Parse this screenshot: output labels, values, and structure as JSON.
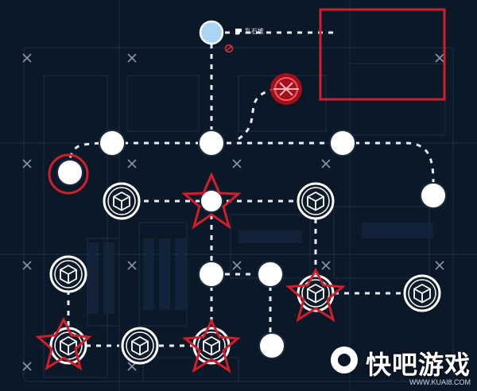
{
  "start_label": "乱石堆",
  "watermark": {
    "text": "快吧游戏",
    "url": "WWW.KUAI8.COM"
  },
  "colors": {
    "highlight": "#d11f2a",
    "node": "#ffffff",
    "start_node": "#a9d4f5",
    "path": "#e8eef5"
  },
  "nodes": [
    {
      "id": "start",
      "kind": "start"
    },
    {
      "id": "enemy-boss",
      "kind": "enemy"
    },
    {
      "id": "r1a",
      "kind": "empty"
    },
    {
      "id": "r1b",
      "kind": "empty"
    },
    {
      "id": "r1c",
      "kind": "empty"
    },
    {
      "id": "r1d",
      "kind": "empty"
    },
    {
      "id": "left-circled",
      "kind": "empty",
      "circled": true
    },
    {
      "id": "box-1",
      "kind": "supply"
    },
    {
      "id": "starred-1",
      "kind": "empty",
      "starred": true
    },
    {
      "id": "box-2",
      "kind": "supply"
    },
    {
      "id": "right-end",
      "kind": "empty"
    },
    {
      "id": "box-3",
      "kind": "supply"
    },
    {
      "id": "mid-1",
      "kind": "empty"
    },
    {
      "id": "mid-2",
      "kind": "empty"
    },
    {
      "id": "starred-2",
      "kind": "supply",
      "starred": true
    },
    {
      "id": "box-4",
      "kind": "supply"
    },
    {
      "id": "starred-3",
      "kind": "supply",
      "starred": true
    },
    {
      "id": "box-5",
      "kind": "supply"
    },
    {
      "id": "starred-4",
      "kind": "supply",
      "starred": true
    },
    {
      "id": "bottom-end",
      "kind": "empty"
    }
  ]
}
